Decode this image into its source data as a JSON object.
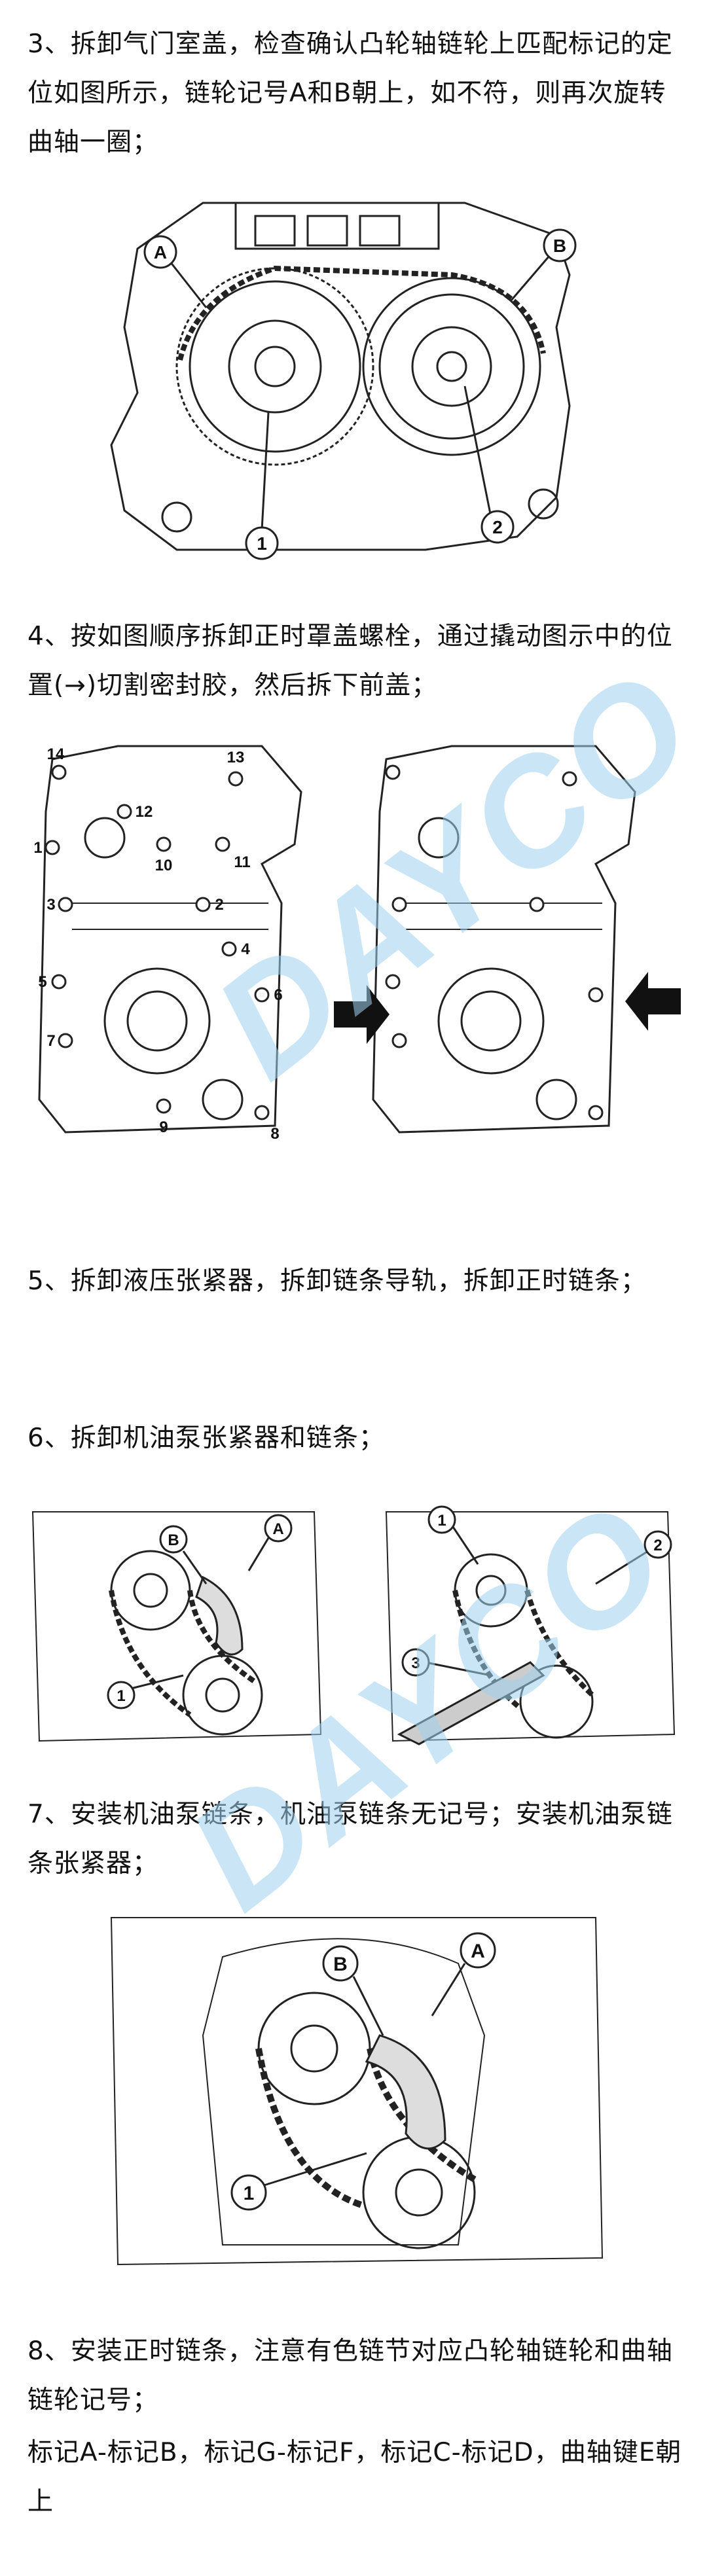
{
  "steps": {
    "step3": "3、拆卸气门室盖，检查确认凸轮轴链轮上匹配标记的定位如图所示，链轮记号A和B朝上，如不符，则再次旋转曲轴一圈；",
    "step4": "4、按如图顺序拆卸正时罩盖螺栓，通过撬动图示中的位置(→)切割密封胶，然后拆下前盖；",
    "step5": "5、拆卸液压张紧器，拆卸链条导轨，拆卸正时链条；",
    "step6": "6、拆卸机油泵张紧器和链条；",
    "step7": "7、安装机油泵链条，机油泵链条无记号；安装机油泵链条张紧器；",
    "step8": "8、安装正时链条，注意有色链节对应凸轮轴链轮和曲轴链轮记号；",
    "step8b": "标记A-标记B，标记G-标记F，标记C-标记D，曲轴键E朝上"
  },
  "figures": {
    "camshaft": {
      "labels": [
        "A",
        "B",
        "1",
        "2"
      ]
    },
    "cover_order": {
      "bolt_numbers": [
        "1",
        "2",
        "3",
        "4",
        "5",
        "6",
        "7",
        "8",
        "9",
        "10",
        "11",
        "12",
        "13",
        "14"
      ]
    },
    "oil_pump_left": {
      "labels": [
        "B",
        "A",
        "1"
      ]
    },
    "oil_pump_right": {
      "labels": [
        "1",
        "2",
        "3"
      ]
    },
    "oil_pump_install": {
      "labels": [
        "B",
        "A",
        "1"
      ]
    }
  },
  "watermark": {
    "text": "DAYCO",
    "color": "#9fd3ef"
  }
}
